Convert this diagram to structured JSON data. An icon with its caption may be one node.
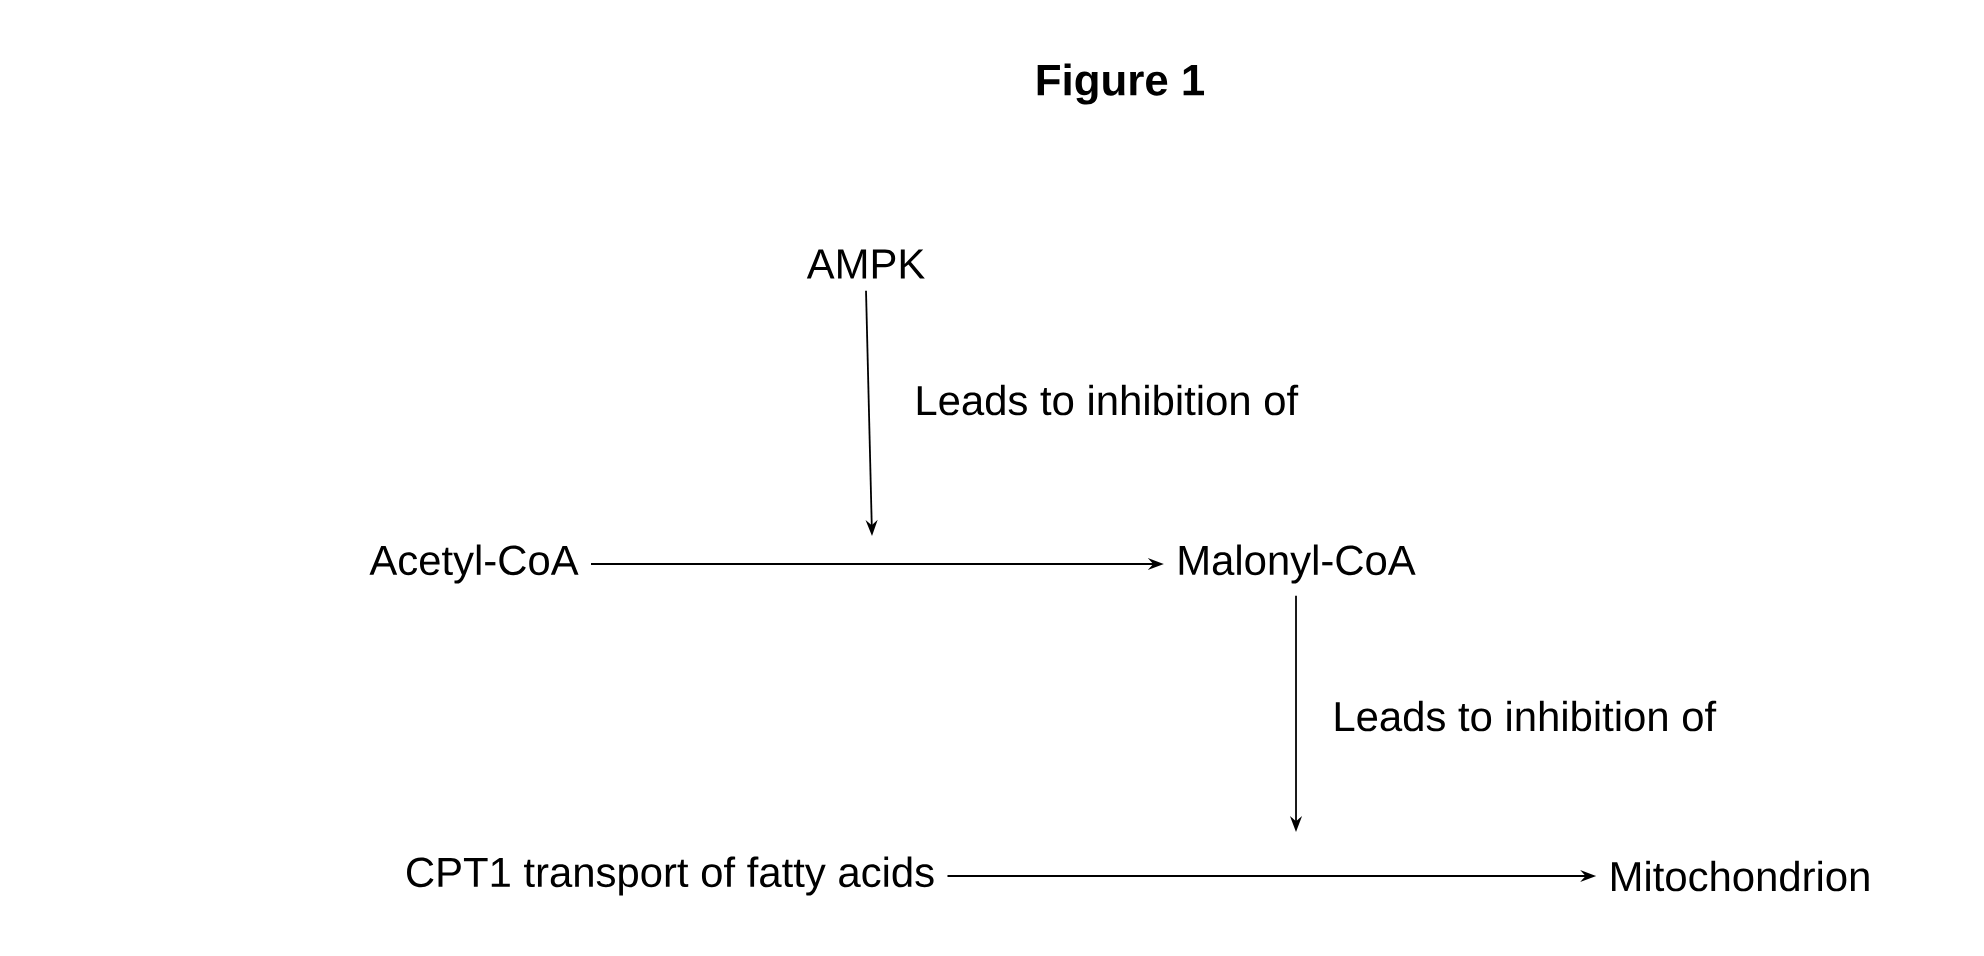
{
  "diagram": {
    "title": "Figure 1",
    "nodes": [
      {
        "text": [
          "AMPK"
        ]
      },
      {
        "text": [
          "Acetyl-CoA"
        ]
      },
      {
        "text": [
          "Malonyl-CoA"
        ]
      },
      {
        "text": [
          "CPT1 transport of fatty acids"
        ]
      },
      {
        "text": [
          "Mitochondrion"
        ]
      }
    ],
    "edges": [
      {
        "from": 1,
        "to": 2,
        "arrow": "to"
      },
      {
        "from": 3,
        "to": 4,
        "arrow": "to"
      },
      {
        "from": 0,
        "to": null,
        "arrow": "to",
        "label": "Leads to inhibition of"
      },
      {
        "from": 2,
        "to": null,
        "arrow": "to",
        "label": "Leads to inhibition of"
      }
    ]
  }
}
